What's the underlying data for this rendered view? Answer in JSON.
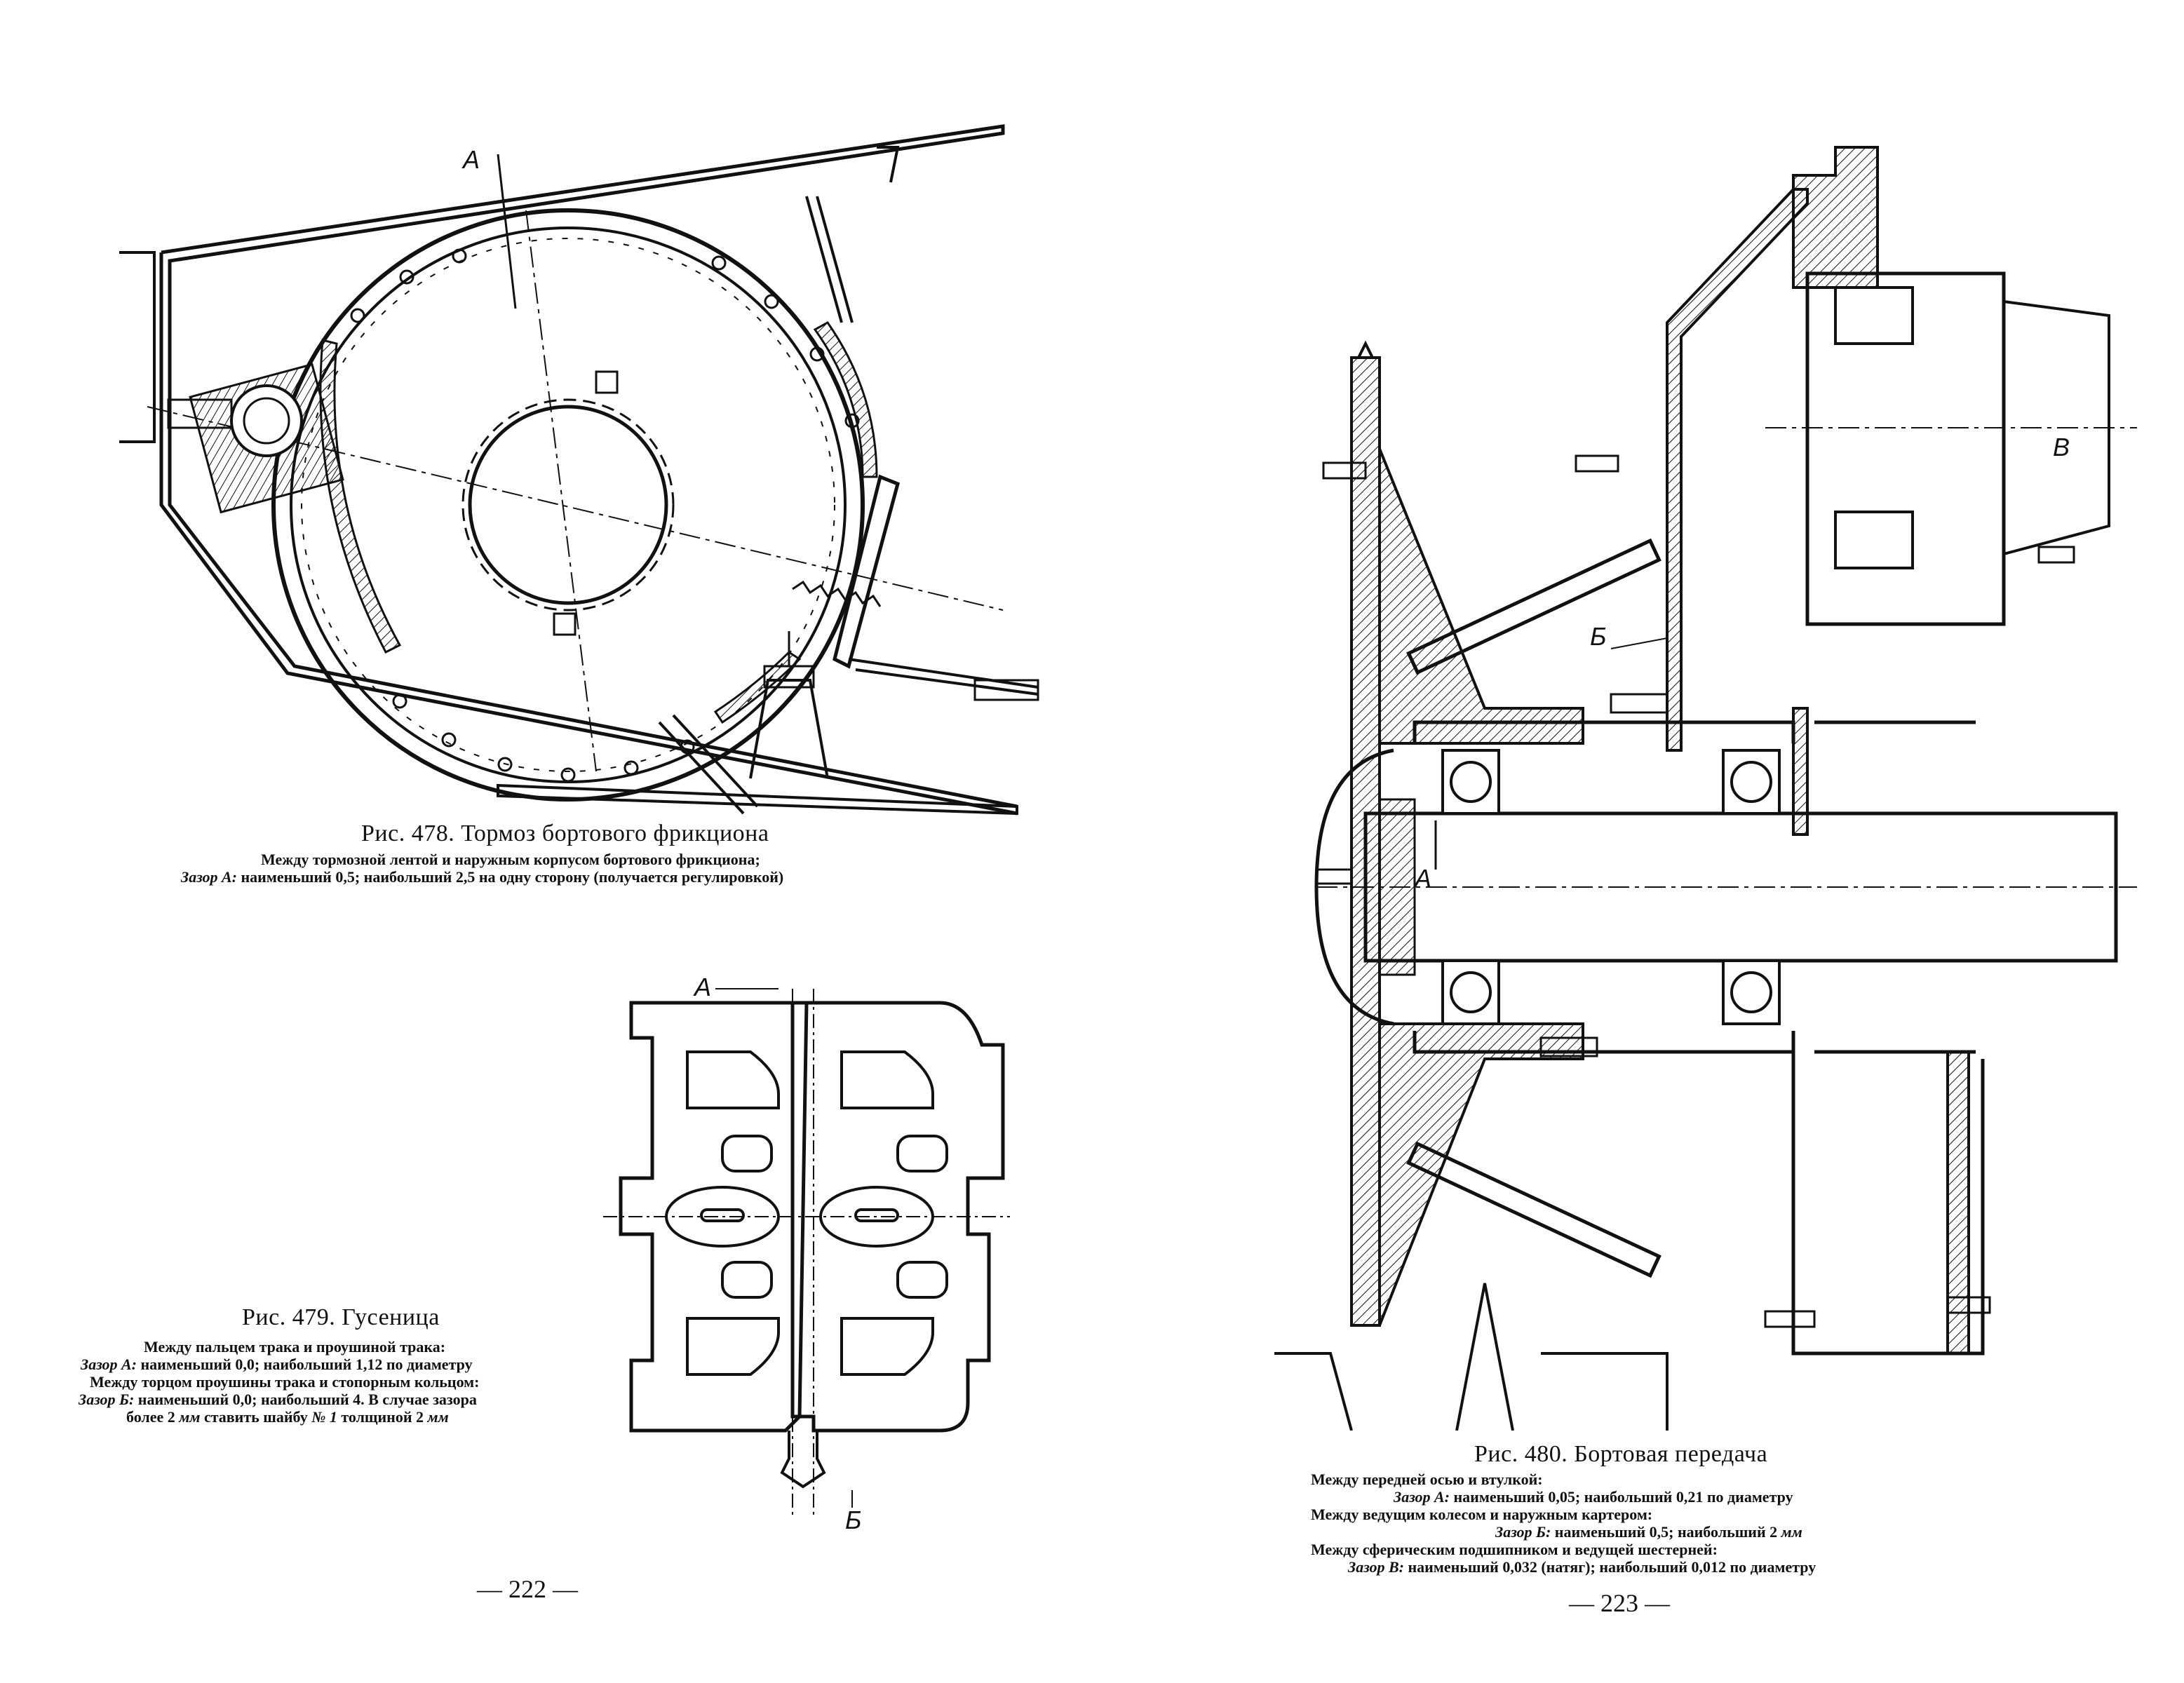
{
  "left_page": {
    "fig478": {
      "label_a": "A",
      "caption": "Рис. 478. Тормоз бортового фрикциона",
      "note_line1": "Между тормозной лентой и наружным корпусом бортового фрикциона;",
      "note_line2_label": "Зазор А:",
      "note_line2_text": " наименьший 0,5; наибольший 2,5 на одну сторону (получается регулировкой)"
    },
    "fig479": {
      "label_a": "А",
      "label_b": "Б",
      "caption": "Рис. 479. Гусеница",
      "note_line1": "Между пальцем трака и проушиной трака:",
      "note_line2_label": "Зазор А:",
      "note_line2_text": " наименьший 0,0; наибольший 1,12 по диаметру",
      "note_line3": "Между торцом проушины трака и стопорным кольцом:",
      "note_line4_label": "Зазор Б:",
      "note_line4_text": " наименьший 0,0; наибольший 4. В случае зазора",
      "note_line5_a": "более  2 ",
      "note_line5_mm": "мм",
      "note_line5_b": " ставить шайбу ",
      "note_line5_no": "№ 1",
      "note_line5_c": " толщиной 2 ",
      "note_line5_mm2": "мм"
    },
    "page_number": "— 222 —"
  },
  "right_page": {
    "fig480": {
      "label_a": "A",
      "label_b": "Б",
      "label_v": "B",
      "caption": "Рис. 480. Бортовая передача",
      "note_line1": "Между передней осью и втулкой:",
      "note_line2_label": "Зазор А:",
      "note_line2_text": " наименьший 0,05; наибольший 0,21 по диаметру",
      "note_line3": "Между ведущим колесом и наружным картером:",
      "note_line4_label": "Зазор Б:",
      "note_line4_text": " наименьший 0,5; наибольший 2 ",
      "note_line4_mm": "мм",
      "note_line5": "Между сферическим подшипником и ведущей шестерней:",
      "note_line6_label": "Зазор В:",
      "note_line6_text": " наименьший 0,032 (натяг); наибольший 0,012 по диаметру"
    },
    "page_number": "— 223 —"
  }
}
